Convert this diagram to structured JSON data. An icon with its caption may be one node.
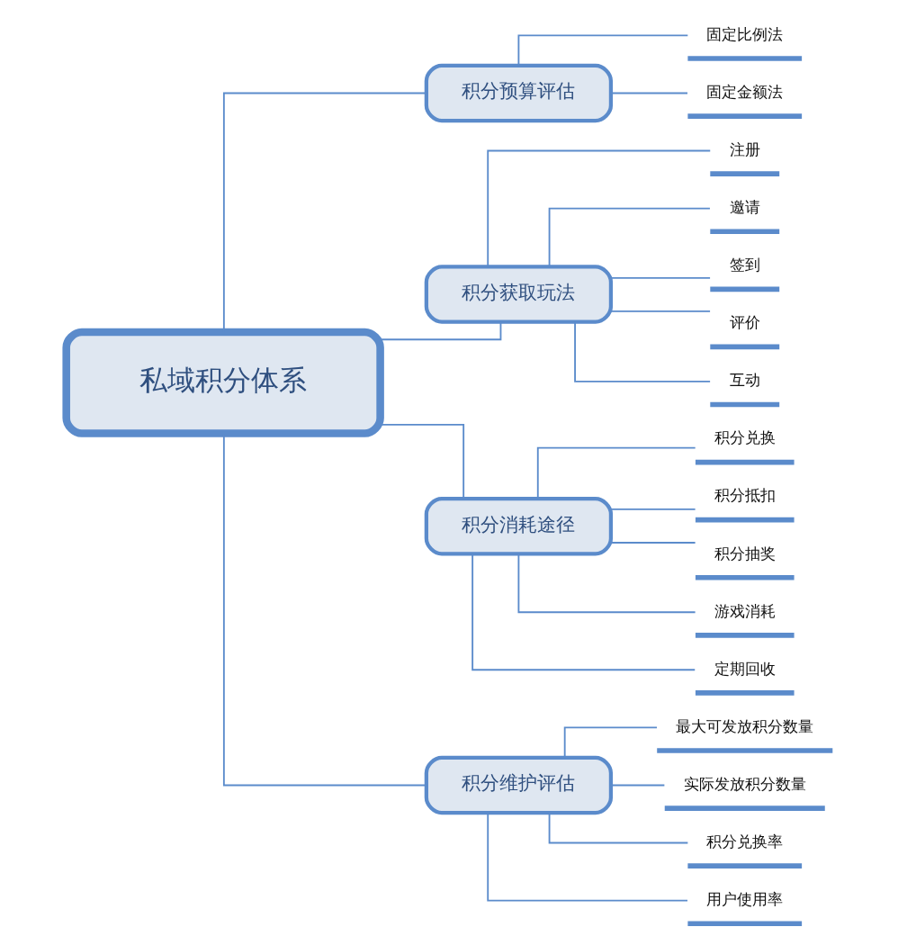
{
  "diagram": {
    "nodes": [
      {
        "text": [
          "私域积分体系"
        ]
      },
      {
        "text": [
          "积分预算评估"
        ]
      },
      {
        "text": [
          "固定比例法"
        ]
      },
      {
        "text": [
          "固定金额法"
        ]
      },
      {
        "text": [
          "积分获取玩法"
        ]
      },
      {
        "text": [
          "注册"
        ]
      },
      {
        "text": [
          "邀请"
        ]
      },
      {
        "text": [
          "签到"
        ]
      },
      {
        "text": [
          "评价"
        ]
      },
      {
        "text": [
          "互动"
        ]
      },
      {
        "text": [
          "积分消耗途径"
        ]
      },
      {
        "text": [
          "积分兑换"
        ]
      },
      {
        "text": [
          "积分抵扣"
        ]
      },
      {
        "text": [
          "积分抽奖"
        ]
      },
      {
        "text": [
          "游戏消耗"
        ]
      },
      {
        "text": [
          "定期回收"
        ]
      },
      {
        "text": [
          "积分维护评估"
        ]
      },
      {
        "text": [
          "最大可发放积分数量"
        ]
      },
      {
        "text": [
          "实际发放积分数量"
        ]
      },
      {
        "text": [
          "积分兑换率"
        ]
      },
      {
        "text": [
          "用户使用率"
        ]
      }
    ],
    "edges": [
      {
        "from": 0,
        "to": 1,
        "arrow": "none"
      },
      {
        "from": 1,
        "to": 2,
        "arrow": "none"
      },
      {
        "from": 1,
        "to": 3,
        "arrow": "none"
      },
      {
        "from": 0,
        "to": 4,
        "arrow": "none"
      },
      {
        "from": 4,
        "to": 5,
        "arrow": "none"
      },
      {
        "from": 4,
        "to": 6,
        "arrow": "none"
      },
      {
        "from": 4,
        "to": 7,
        "arrow": "none"
      },
      {
        "from": 4,
        "to": 8,
        "arrow": "none"
      },
      {
        "from": 4,
        "to": 9,
        "arrow": "none"
      },
      {
        "from": 0,
        "to": 10,
        "arrow": "none"
      },
      {
        "from": 10,
        "to": 11,
        "arrow": "none"
      },
      {
        "from": 10,
        "to": 12,
        "arrow": "none"
      },
      {
        "from": 10,
        "to": 13,
        "arrow": "none"
      },
      {
        "from": 10,
        "to": 14,
        "arrow": "none"
      },
      {
        "from": 10,
        "to": 15,
        "arrow": "none"
      },
      {
        "from": 0,
        "to": 16,
        "arrow": "none"
      },
      {
        "from": 16,
        "to": 17,
        "arrow": "none"
      },
      {
        "from": 16,
        "to": 18,
        "arrow": "none"
      },
      {
        "from": 16,
        "to": 19,
        "arrow": "none"
      },
      {
        "from": 16,
        "to": 20,
        "arrow": "none"
      }
    ]
  }
}
